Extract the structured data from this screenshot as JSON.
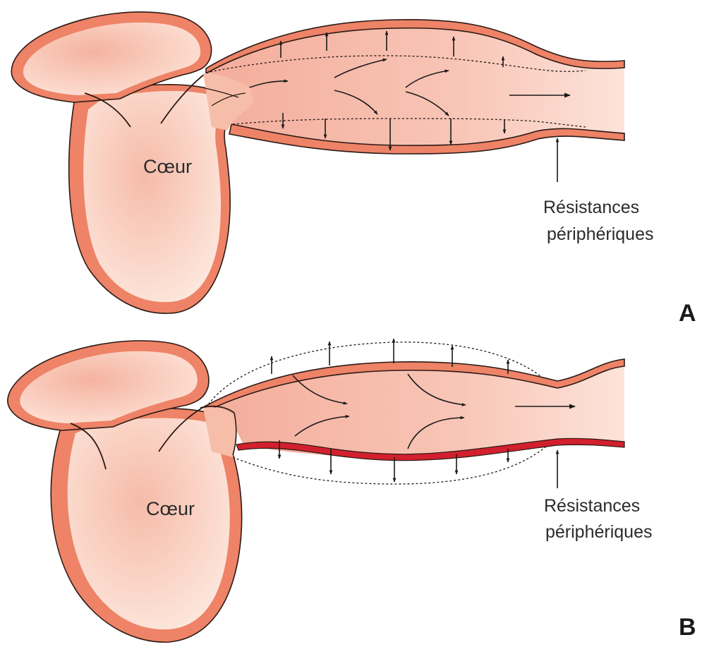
{
  "panels": [
    {
      "id": "A",
      "panel_label": "A",
      "heart_label": "Cœur",
      "resistance_label_line1": "Résistances",
      "resistance_label_line2": "périphériques"
    },
    {
      "id": "B",
      "panel_label": "B",
      "heart_label": "Cœur",
      "resistance_label_line1": "Résistances",
      "resistance_label_line2": "périphériques"
    }
  ],
  "colors": {
    "wall": "#ee8367",
    "wall_stroke": "#2a1a15",
    "lumen_dark": "#f4ad9b",
    "lumen_light": "#fbe0d6",
    "stiff_wall": "#d3202e",
    "arrow": "#1a1a1a"
  }
}
